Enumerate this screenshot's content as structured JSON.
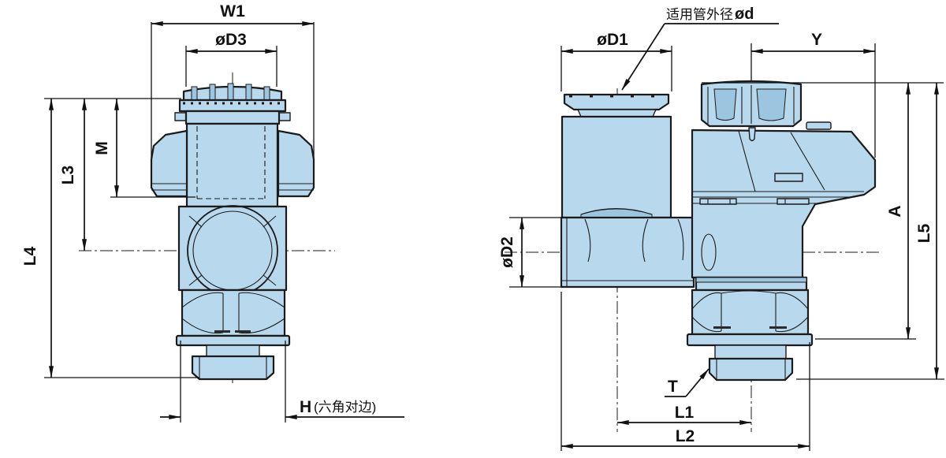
{
  "drawing": {
    "kind": "technical dimension drawing, pneumatic push-in fitting / hand valve, two orthographic views",
    "colors": {
      "part_fill": "#b8d9ed",
      "part_shade": "#9cc6e0",
      "line": "#1b1b1b",
      "background": "#ffffff"
    }
  },
  "front_view": {
    "width_label": "W1",
    "knob_diameter_label": "øD3",
    "m_label": "M",
    "l3_label": "L3",
    "l4_label": "L4",
    "hex_label": "H",
    "hex_note": "(六角对边)"
  },
  "side_view": {
    "tube_note_prefix": "适用管外径",
    "tube_note_dim": "ød",
    "d1_label": "øD1",
    "y_label": "Y",
    "d2_label": "øD2",
    "a_label": "A",
    "l5_label": "L5",
    "t_label": "T",
    "l1_label": "L1",
    "l2_label": "L2"
  }
}
